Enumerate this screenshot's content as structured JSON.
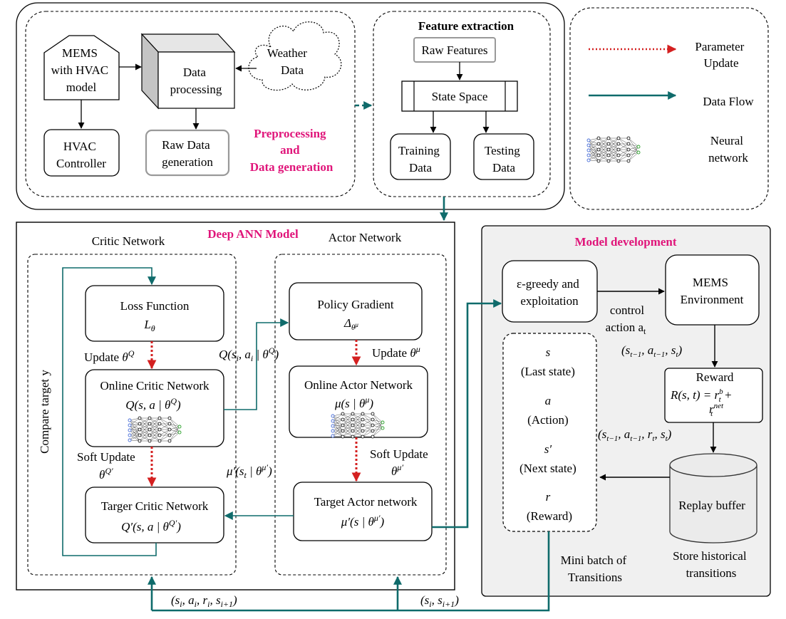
{
  "colors": {
    "data_flow": "#0f6b6b",
    "parameter_update": "#d42020",
    "highlight": "#e0157a",
    "buffer_fill": "#ebebeb",
    "panel_fill": "#f0f0f0"
  },
  "preprocessing": {
    "mems_model": [
      "MEMS",
      "with HVAC",
      "model"
    ],
    "data_processing": [
      "Data",
      "processing"
    ],
    "weather_data": [
      "Weather",
      "Data"
    ],
    "hvac_controller": [
      "HVAC",
      "Controller"
    ],
    "raw_data_generation": [
      "Raw Data",
      "generation"
    ],
    "title": [
      "Preprocessing",
      "and",
      "Data generation"
    ]
  },
  "feature_extraction": {
    "title": "Feature extraction",
    "raw_features": "Raw Features",
    "state_space": "State Space",
    "training_data": [
      "Training",
      "Data"
    ],
    "testing_data": [
      "Testing",
      "Data"
    ]
  },
  "legend": {
    "parameter_update": [
      "Parameter",
      "Update"
    ],
    "data_flow": "Data Flow",
    "neural_network": [
      "Neural",
      "network"
    ],
    "neural_network_icon": "neural-network-icon"
  },
  "deep_ann": {
    "title": "Deep ANN Model",
    "critic_network": "Critic Network",
    "actor_network": "Actor Network",
    "compare_target": "Compare target y",
    "loss_function": "Loss Function",
    "loss_symbol": "L",
    "loss_sub": "θ",
    "update": "Update",
    "theta": "θ",
    "q_sup": "Q",
    "mu_sup": "μ",
    "online_critic": "Online Critic Network",
    "online_critic_formula": "Q(s, a | θ",
    "soft_update": "Soft Update",
    "target_critic": "Targer Critic Network",
    "target_critic_formula": "Q′(s, a | θ",
    "policy_gradient": "Policy Gradient",
    "delta": "Δ",
    "online_actor": "Online Actor Network",
    "online_actor_formula": "μ(s | θ",
    "target_actor": "Target Actor network",
    "target_actor_formula": "μ′(s | θ",
    "q_label": "Q(s",
    "q_label_mid": ", a",
    "q_label_end": " | θ",
    "mu_label": "μ′(s",
    "mu_label_end": " | θ"
  },
  "model_dev": {
    "title": "Model development",
    "egreedy": [
      "ε-greedy and",
      "exploitation"
    ],
    "mems_env": [
      "MEMS",
      "Environment"
    ],
    "control_action": [
      "control",
      "action a"
    ],
    "state_tuple": "(s",
    "reward": "Reward",
    "reward_formula": "R(s, t) = r",
    "reward_tail": "r",
    "transition_tuple": "(s",
    "replay_buffer": "Replay buffer",
    "store": [
      "Store historical",
      "transitions"
    ],
    "minibatch_items": [
      "s",
      "(Last state)",
      "a",
      "(Action)",
      "s′",
      "(Next state)",
      "r",
      "(Reward)"
    ],
    "minibatch_label": [
      "Mini batch of",
      "Transitions"
    ]
  },
  "bottom": {
    "left_tuple": "(s",
    "right_tuple": "(s"
  }
}
